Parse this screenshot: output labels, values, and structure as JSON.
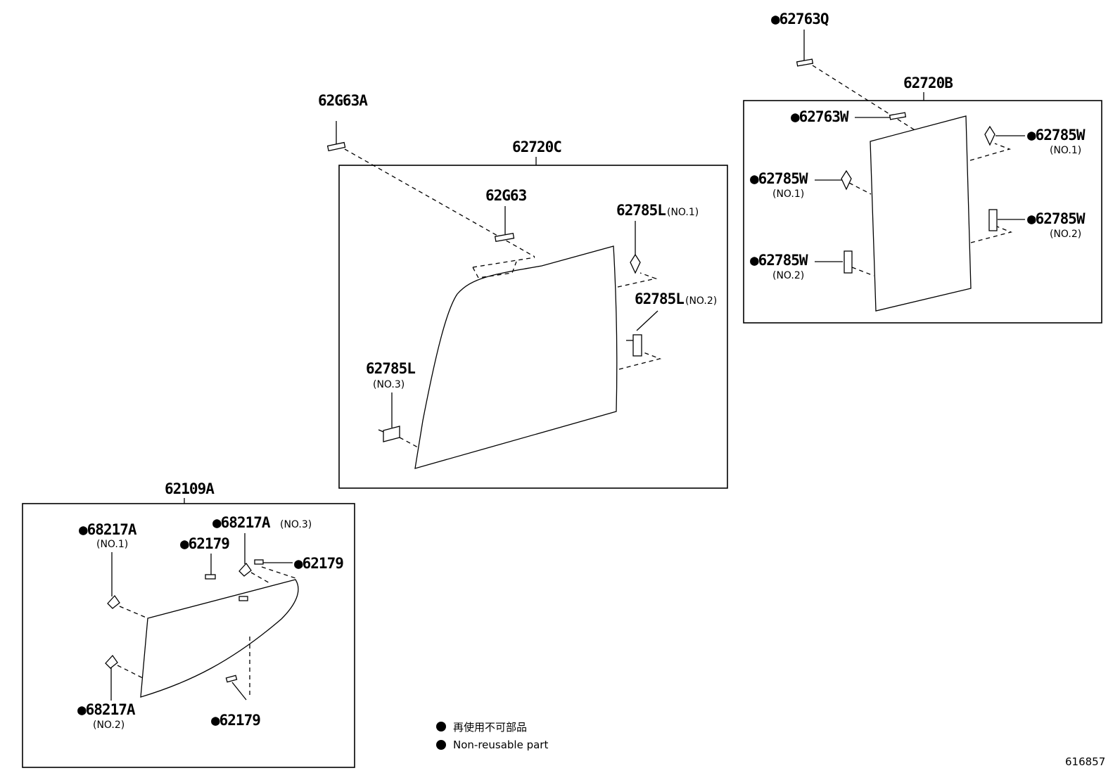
{
  "diagram": {
    "groups": {
      "g62720C": "62720C",
      "g62720B": "62720B",
      "g62109A": "62109A"
    },
    "parts": {
      "p62G63A": "62G63A",
      "p62G63": "62G63",
      "p62785L_1": "62785L",
      "p62785L_1_sub": "(NO.1)",
      "p62785L_2": "62785L",
      "p62785L_2_sub": "(NO.2)",
      "p62785L_3": "62785L",
      "p62785L_3_sub": "(NO.3)",
      "p62763Q": "●62763Q",
      "p62763W": "●62763W",
      "p62785W_r1": "●62785W",
      "p62785W_r1_sub": "(NO.1)",
      "p62785W_l1": "●62785W",
      "p62785W_l1_sub": "(NO.1)",
      "p62785W_r2": "●62785W",
      "p62785W_r2_sub": "(NO.2)",
      "p62785W_l2": "●62785W",
      "p62785W_l2_sub": "(NO.2)",
      "p68217A_1": "●68217A",
      "p68217A_1_sub": "(NO.1)",
      "p68217A_3": "●68217A",
      "p68217A_3_sub": "(NO.3)",
      "p62179_a": "●62179",
      "p62179_b": "●62179",
      "p68217A_2": "●68217A",
      "p68217A_2_sub": "(NO.2)",
      "p62179_c": "●62179"
    },
    "legend": {
      "jp": "再使用不可部品",
      "en": "Non-reusable part"
    },
    "diagram_id": "616857"
  }
}
